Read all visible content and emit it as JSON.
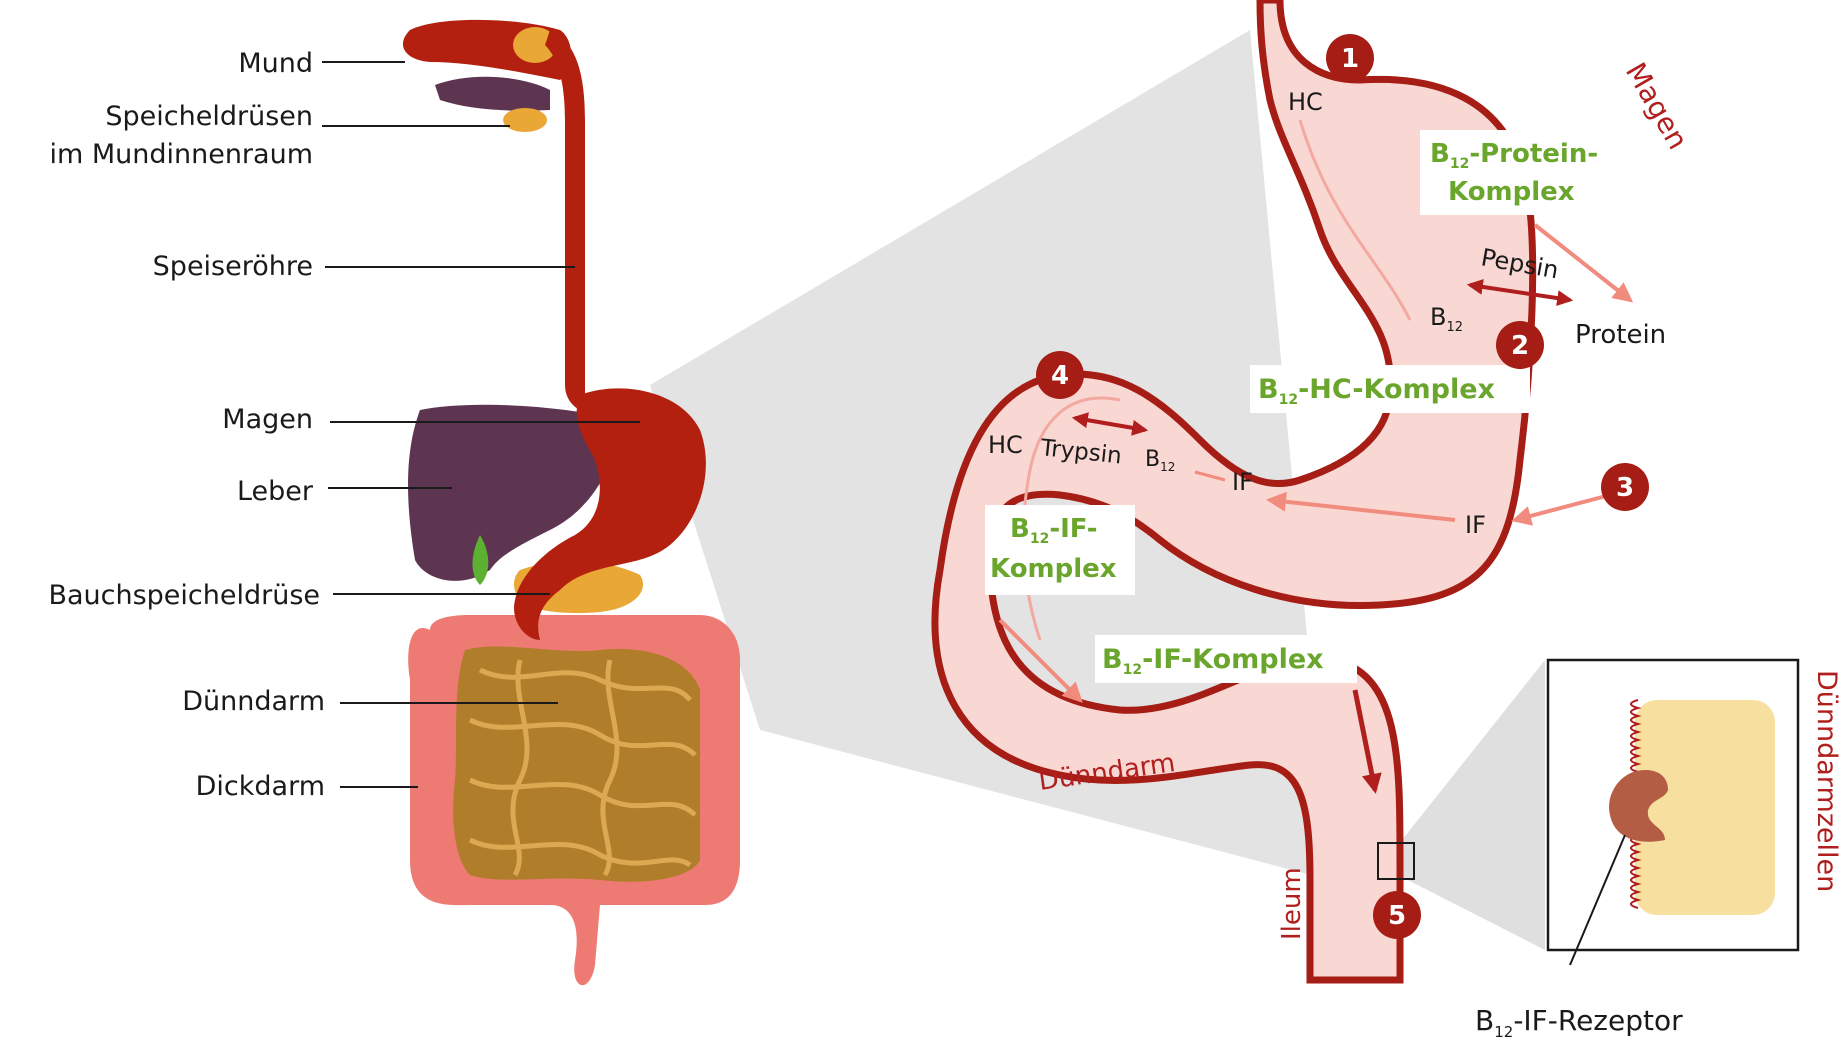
{
  "organs": {
    "mund": "Mund",
    "speicheldruesen_1": "Speicheldrüsen",
    "speicheldruesen_2": "im Mundinnenraum",
    "speiseroehre": "Speiseröhre",
    "magen": "Magen",
    "leber": "Leber",
    "bauchspeicheldruese": "Bauchspeicheldrüse",
    "duenndarm": "Dünndarm",
    "dickdarm": "Dickdarm"
  },
  "detail": {
    "magen": "Magen",
    "duenndarm": "Dünndarm",
    "ileum": "Ileum",
    "duenndarmzellen": "Dünndarmzellen",
    "hc_1": "HC",
    "protein_complex_1": "-Protein-",
    "protein_complex_2": "Komplex",
    "pepsin": "Pepsin",
    "b12_free": "B",
    "protein": "Protein",
    "hc_complex": "-HC-Komplex",
    "hc_2": "HC",
    "trypsin": "Trypsin",
    "b12_trypsin": "B",
    "if_1": "IF",
    "if_2": "IF",
    "if_complex_a_1": "-IF-",
    "if_complex_a_2": "Komplex",
    "if_complex_b": "-IF-Komplex",
    "rezeptor": "-IF-Rezeptor",
    "b_letter": "B",
    "subscript_12": "12"
  },
  "steps": [
    "1",
    "2",
    "3",
    "4",
    "5"
  ],
  "colors": {
    "dark_red": "#a51d14",
    "stomach_red": "#b3200f",
    "liver": "#5e3551",
    "pancreas": "#e9a735",
    "small_intestine": "#b07d2a",
    "large_intestine": "#ee7a74",
    "tract_fill": "#f9d7d2",
    "complex_green": "#6aa52c"
  }
}
